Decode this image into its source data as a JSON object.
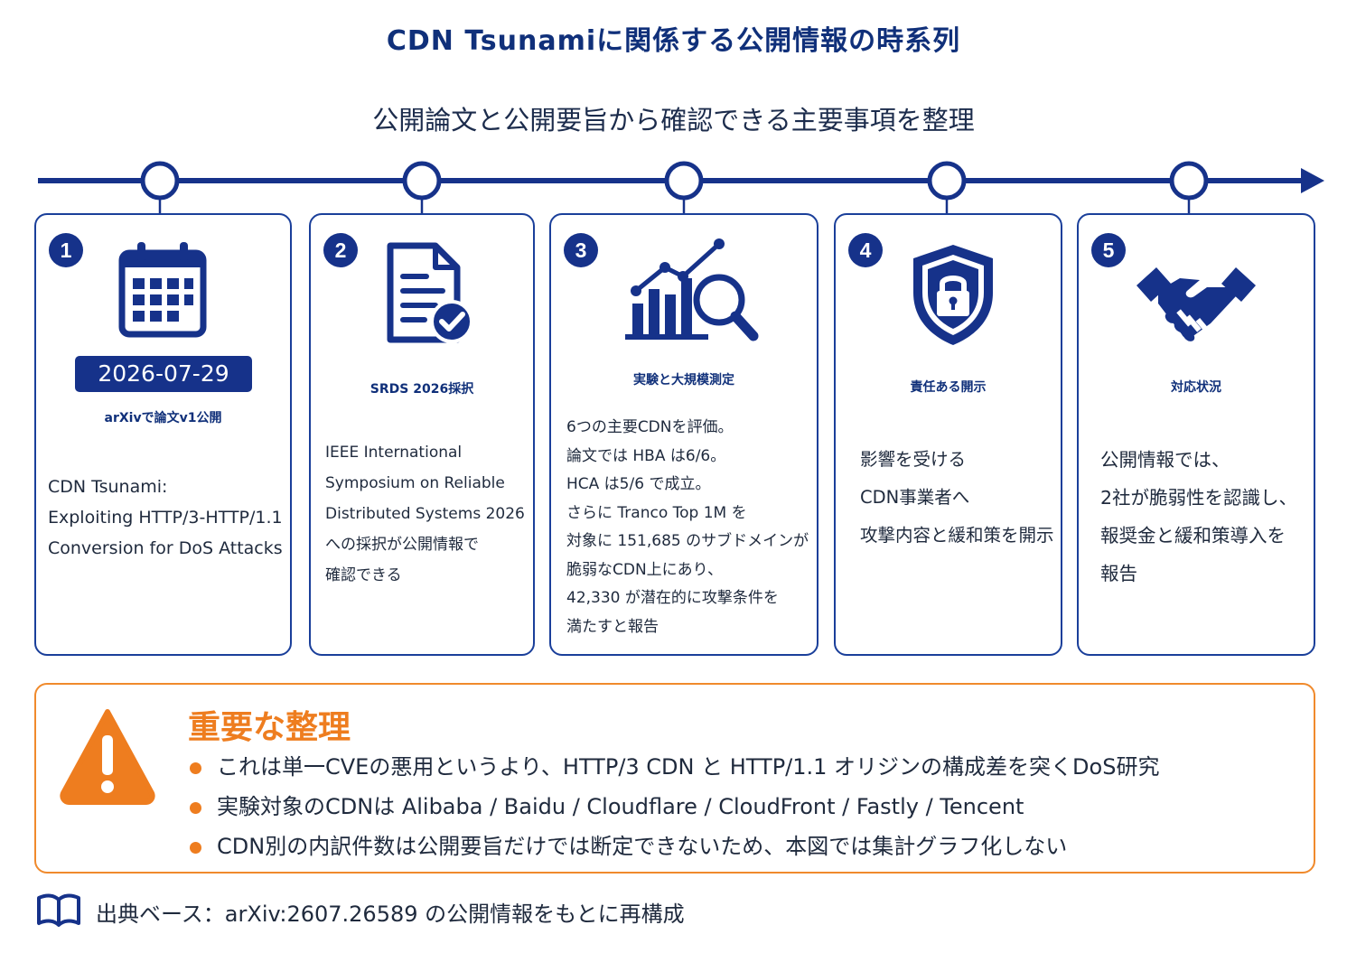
{
  "title": "CDN Tsunamiに関係する公開情報の時系列",
  "subtitle": "公開論文と公開要旨から確認できる主要事項を整理",
  "steps": [
    {
      "number": "1",
      "icon": "calendar-icon",
      "date": "2026-07-29",
      "title": "arXivで論文v1公開",
      "lines": [
        "CDN Tsunami:",
        "Exploiting HTTP/3-HTTP/1.1",
        "Conversion for DoS Attacks"
      ]
    },
    {
      "number": "2",
      "icon": "document-check-icon",
      "title": "SRDS 2026採択",
      "lines": [
        "IEEE International",
        "Symposium on Reliable",
        "Distributed Systems 2026",
        "への採択が公開情報で",
        "確認できる"
      ]
    },
    {
      "number": "3",
      "icon": "chart-magnifier-icon",
      "title": "実験と大規模測定",
      "lines": [
        "6つの主要CDNを評価。",
        "論文では HBA は6/6。",
        "HCA は5/6 で成立。",
        "さらに Tranco Top 1M を",
        "対象に 151,685 のサブドメインが",
        "脆弱なCDN上にあり、",
        "42,330 が潜在的に攻撃条件を",
        "満たすと報告"
      ]
    },
    {
      "number": "4",
      "icon": "shield-lock-icon",
      "title": "責任ある開示",
      "lines": [
        "影響を受ける",
        "CDN事業者へ",
        "攻撃内容と緩和策を開示"
      ]
    },
    {
      "number": "5",
      "icon": "handshake-icon",
      "title": "対応状況",
      "lines": [
        "公開情報では、",
        "2社が脆弱性を認識し、",
        "報奨金と緩和策導入を",
        "報告"
      ]
    }
  ],
  "notice": {
    "icon": "warning-icon",
    "title": "重要な整理",
    "bullets": [
      "これは単一CVEの悪用というより、HTTP/3 CDN と HTTP/1.1 オリジンの構成差を突くDoS研究",
      "実験対象のCDNは Alibaba / Baidu / Cloudflare / CloudFront / Fastly / Tencent",
      "CDN別の内訳件数は公開要旨だけでは断定できないため、本図では集計グラフ化しない"
    ]
  },
  "source": {
    "icon": "book-icon",
    "text": "出典ベース：arXiv:2607.26589 の公開情報をもとに再構成"
  },
  "colors": {
    "navy": "#10307a",
    "accent_blue": "#16328a",
    "orange": "#ee7d1f"
  }
}
